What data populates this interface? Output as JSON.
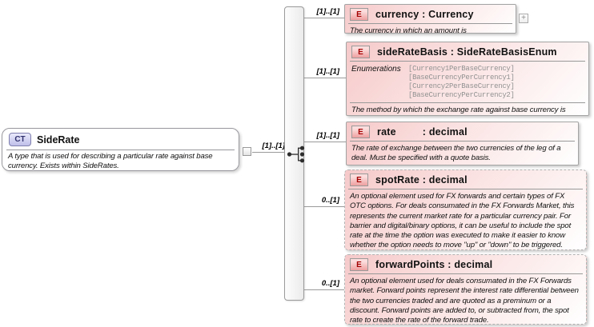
{
  "diagram": {
    "root": {
      "kind_badge": "CT",
      "title": "SideRate",
      "description": "A type that is used for describing a particular rate against base currency. Exists within SideRates.",
      "cardinality": "[1]..[1]"
    },
    "connector": {
      "kind": "sequence"
    },
    "elements": [
      {
        "kind_badge": "E",
        "title": "currency : Currency",
        "cardinality": "[1]..[1]",
        "optional": false,
        "description": "The currency in which an amount is denominated.",
        "expand_button": "+"
      },
      {
        "kind_badge": "E",
        "title": "sideRateBasis : SideRateBasisEnum",
        "cardinality": "[1]..[1]",
        "optional": false,
        "enumerations_label": "Enumerations",
        "enumerations": [
          "[Currency1PerBaseCurrency]",
          "[BaseCurrencyPerCurrency1]",
          "[Currency2PerBaseCurrency]",
          "[BaseCurrencyPerCurrency2]"
        ],
        "description": "The method by which the exchange rate against base currency is quoted."
      },
      {
        "kind_badge": "E",
        "title": "rate         : decimal",
        "cardinality": "[1]..[1]",
        "optional": false,
        "description": "The rate of exchange between the two currencies of the leg of a deal. Must be specified with a quote basis."
      },
      {
        "kind_badge": "E",
        "title": "spotRate : decimal",
        "cardinality": "0..[1]",
        "optional": true,
        "description": "An optional element used for FX forwards and certain types of FX OTC options. For deals consumated in the FX Forwards Market, this represents the current market rate for a particular currency pair. For barrier and digital/binary options, it can be useful to include the spot rate at the time the option was executed to make it easier to know whether the option needs to move \"up\" or \"down\" to be triggered."
      },
      {
        "kind_badge": "E",
        "title": "forwardPoints : decimal",
        "cardinality": "0..[1]",
        "optional": true,
        "description": "An optional element used for deals consumated in the FX Forwards market. Forward points represent the interest rate differential between the two currencies traded and are quoted as a preminum or a discount. Forward points are added to, or subtracted from, the spot rate to create the rate of the forward trade."
      }
    ]
  },
  "colors": {
    "element_fill": "#f6c9c9",
    "element_border": "#a3a3a3",
    "root_fill": "#d6d6f0",
    "badge_e_text": "#a30000",
    "badge_ct_text": "#30306e",
    "connector_line": "#9a9a9a",
    "enum_text": "#929292"
  }
}
